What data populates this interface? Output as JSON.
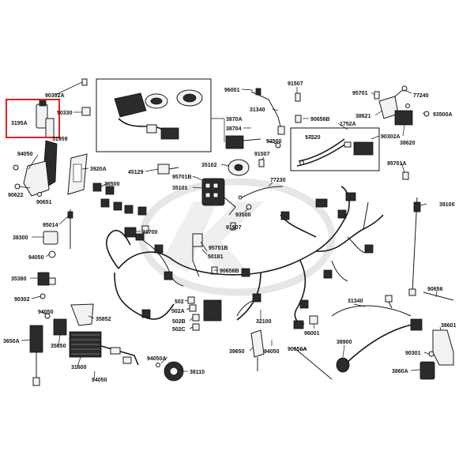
{
  "diagram": {
    "highlight_color": "#e02020",
    "highlighted_part": "3195A",
    "labels": {
      "p90302A_top": "90302A",
      "p50330": "50330",
      "p3195A": "3195A",
      "p31959": "31959",
      "p94050_a": "94050",
      "p90622": "90622",
      "p90651": "90651",
      "p3920A": "3920A",
      "p38500": "38500",
      "p45129": "45129",
      "p95014": "95014",
      "p38300": "38300",
      "p94050_b": "94050",
      "p31700": "31700",
      "p35380": "35380",
      "p90302_left": "90302",
      "p94050_c": "94050",
      "p35852": "35852",
      "p3650A": "3650A",
      "p35850": "35850",
      "p31600": "31600",
      "p94050_d": "94050",
      "p3870A": "3870A",
      "p38704": "38704",
      "p96001_top": "96001",
      "p31340_top": "31340",
      "p91507_top": "91507",
      "p90656B_top": "90656B",
      "p93500": "93500",
      "p91507_mid": "91507",
      "p35102": "35102",
      "p95701B_a": "95701B",
      "p35101": "35101",
      "p77230": "77230",
      "p93500_b": "93500",
      "p91507_low": "91507",
      "p95701B_b": "95701B",
      "p50181": "50181",
      "p90656B_low": "90656B",
      "p502": "502",
      "p502A": "502A",
      "p502B": "502B",
      "p502C": "502C",
      "p94050A": "94050A",
      "p38110": "38110",
      "p32100": "32100",
      "p39650": "39650",
      "p94050_e": "94050",
      "p96001_low": "96001",
      "p90656A": "90656A",
      "p31340_low": "31340",
      "p38900": "38900",
      "p95701_top": "95701",
      "p77240": "77240",
      "p38621": "38621",
      "p93500A": "93500A",
      "p1752A": "1752A",
      "p17520": "17520",
      "p90302A_right": "90302A",
      "p38620": "38620",
      "p95701A": "95701A",
      "p39100": "39100",
      "p90656": "90656",
      "p38601": "38601",
      "p90301": "90301",
      "p3860A": "3860A"
    }
  }
}
